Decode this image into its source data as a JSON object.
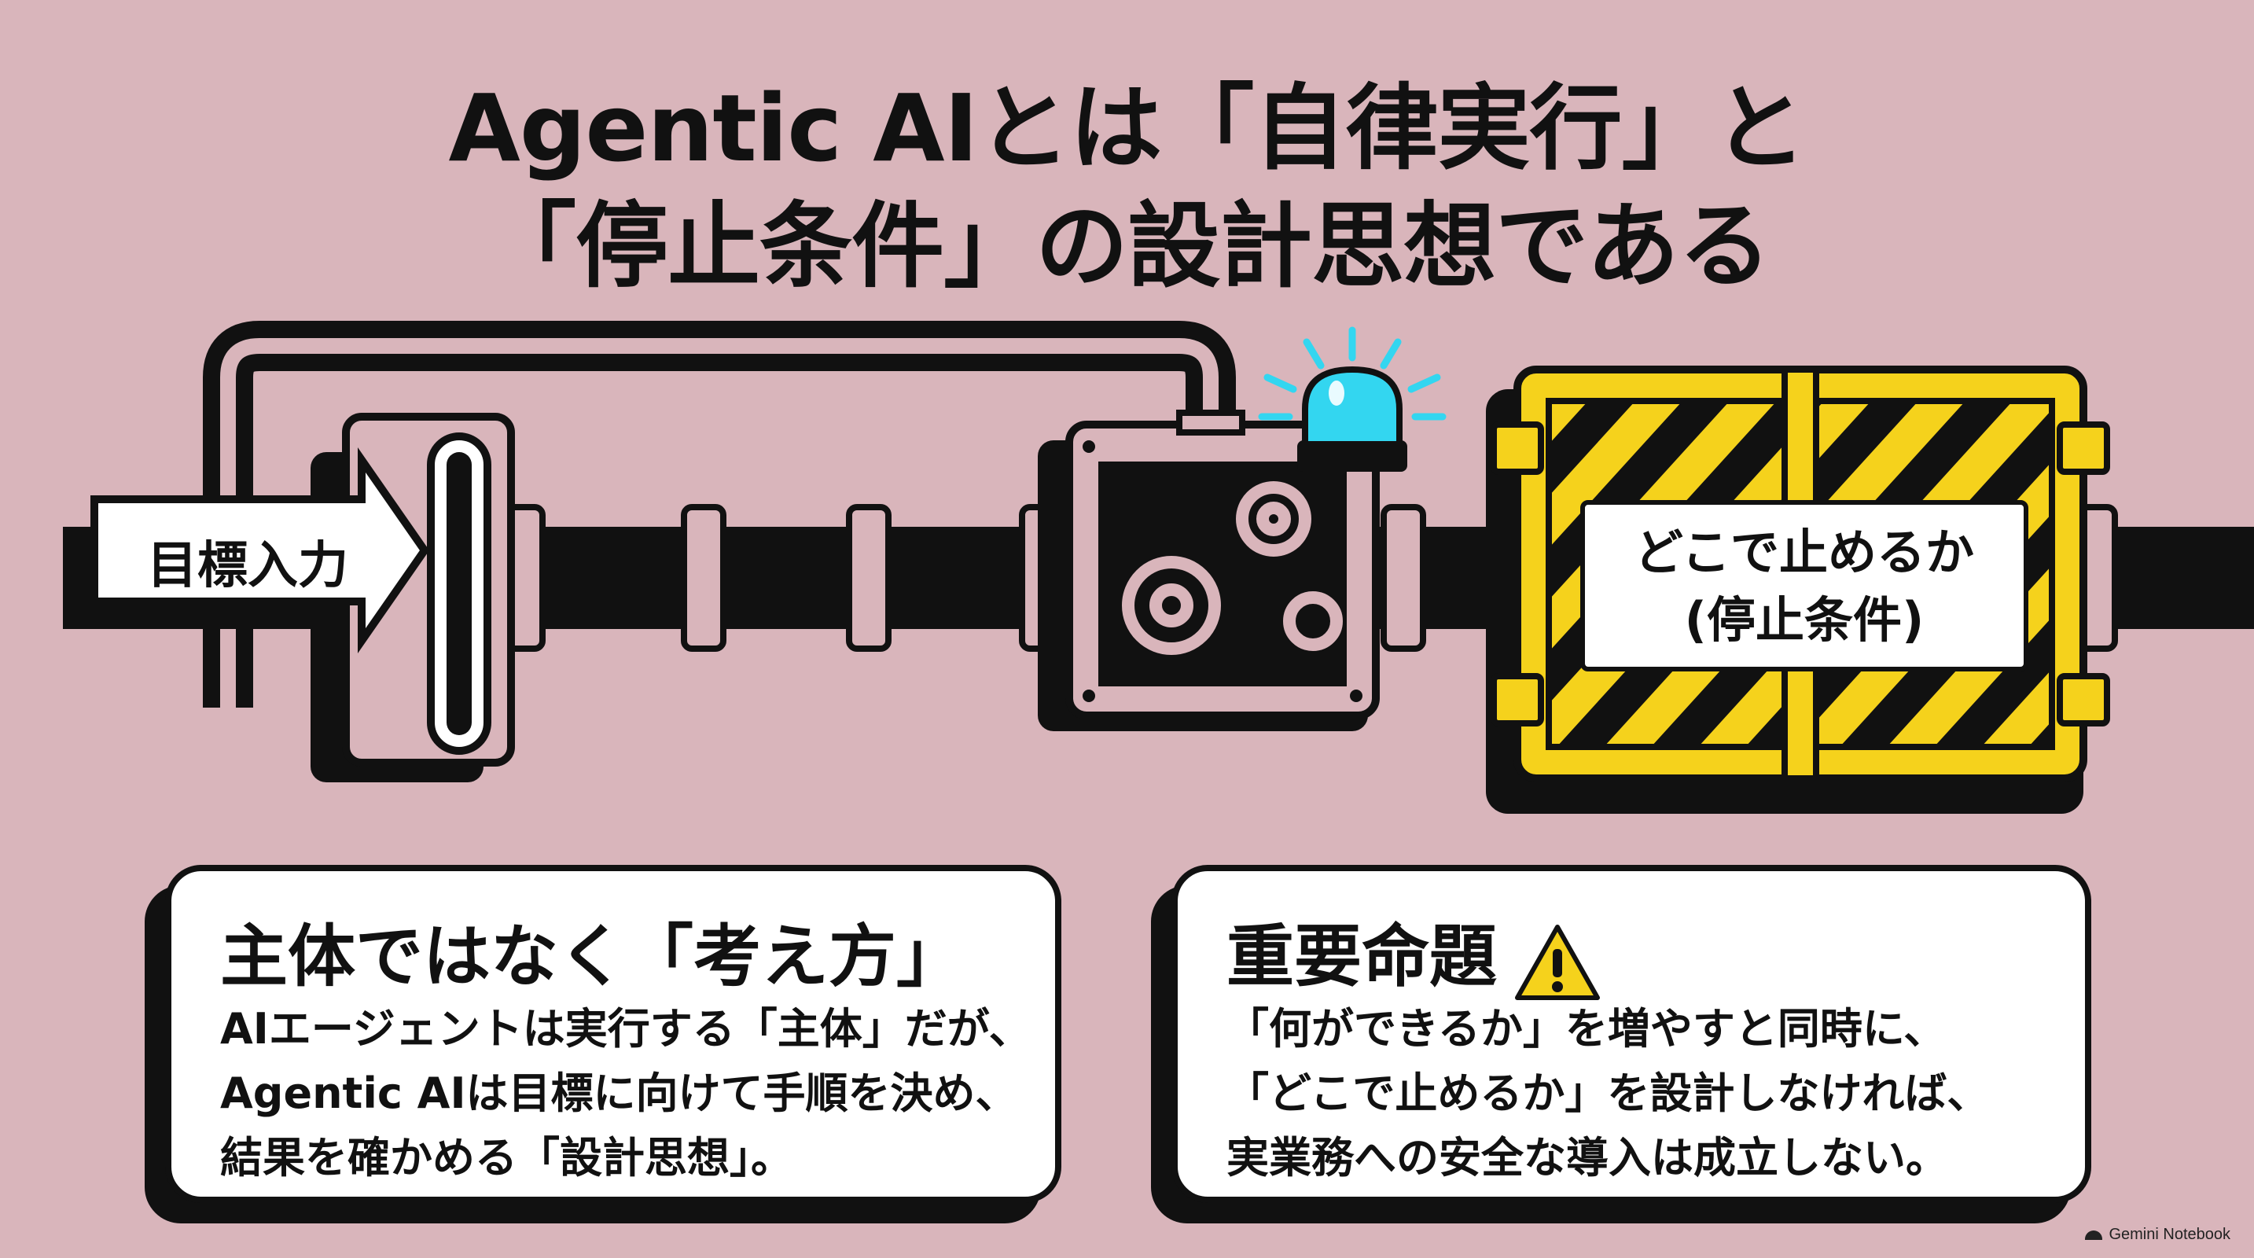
{
  "title": {
    "line1": "Agentic AIとは「自律実行」と",
    "line2": "「停止条件」の設計思想である"
  },
  "diagram": {
    "input_label": "目標入力",
    "stop_label_line1": "どこで止めるか",
    "stop_label_line2": "(停止条件)",
    "icons": [
      "arrow-icon",
      "gear-icon",
      "siren-icon",
      "hazard-stripes-icon"
    ],
    "colors": {
      "siren": "#33d6f0",
      "hazard_yellow": "#f5d21c",
      "ink": "#111111",
      "background": "#d9b5bb"
    }
  },
  "card_left": {
    "heading": "主体ではなく「考え方」",
    "lines": [
      "AIエージェントは実行する「主体」だが、",
      "Agentic AIは目標に向けて手順を決め、",
      "結果を確かめる「設計思想」。"
    ]
  },
  "card_right": {
    "heading": "重要命題",
    "heading_icon": "warning-icon",
    "lines": [
      "「何ができるか」を増やすと同時に、",
      "「どこで止めるか」を設計しなければ、",
      "実業務への安全な導入は成立しない。"
    ]
  },
  "footer": {
    "label": "Gemini Notebook"
  }
}
